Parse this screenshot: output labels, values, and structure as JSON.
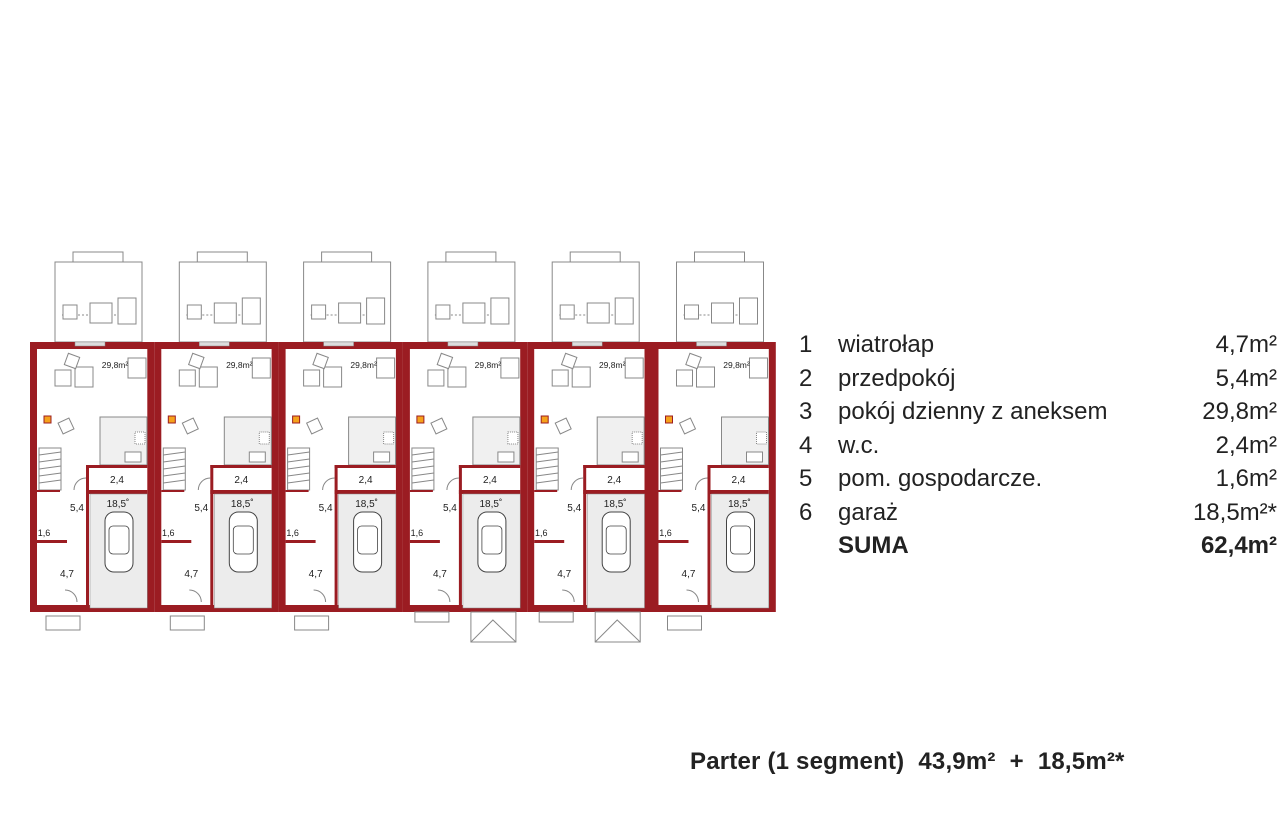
{
  "plan": {
    "segments_count": 6,
    "room_labels": {
      "living": "29,8m²",
      "wc": "2,4",
      "garage": "18,5˚",
      "hall": "5,4",
      "utility": "1,6",
      "vestibule": "4,7"
    },
    "colors": {
      "wall": "#9b1c22",
      "garage_fill": "#ececec",
      "line": "#888888"
    }
  },
  "legend": {
    "rows": [
      {
        "num": "1",
        "name": "wiatrołap",
        "area": "4,7m²"
      },
      {
        "num": "2",
        "name": "przedpokój",
        "area": "5,4m²"
      },
      {
        "num": "3",
        "name": "pokój dzienny z aneksem",
        "area": "29,8m²"
      },
      {
        "num": "4",
        "name": "w.c.",
        "area": "2,4m²"
      },
      {
        "num": "5",
        "name": "pom. gospodarcze.",
        "area": "1,6m²"
      },
      {
        "num": "6",
        "name": "garaż",
        "area": "18,5m²*"
      }
    ],
    "sum": {
      "label": "SUMA",
      "area": "62,4m²"
    }
  },
  "caption": {
    "floor": "Parter (1 segment)",
    "area_main": "43,9m²",
    "plus": "+",
    "area_garage": "18,5m²*"
  }
}
